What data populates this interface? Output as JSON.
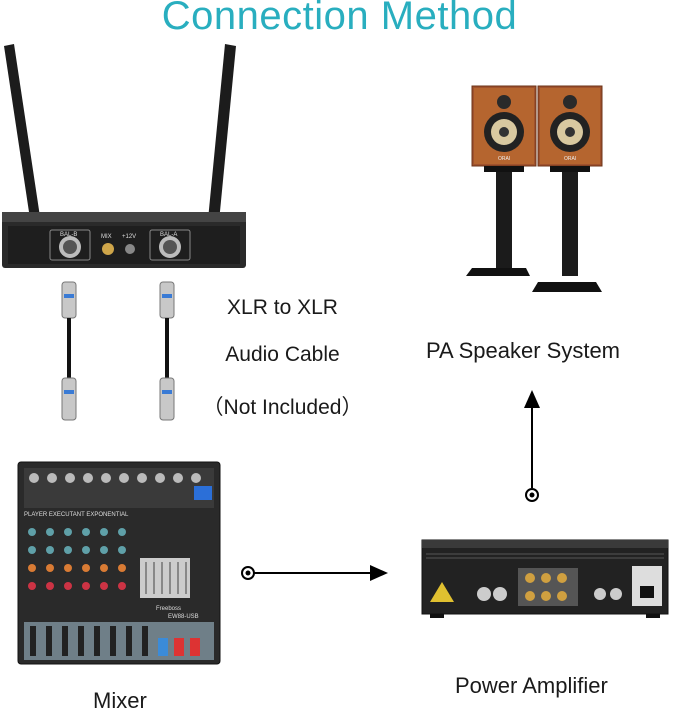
{
  "title": "Connection Method",
  "receiver": {
    "ports": [
      "BAL-B",
      "MIX",
      "+12V",
      "BAL-A"
    ]
  },
  "cable": {
    "line1": "XLR to XLR",
    "line2": "Audio Cable",
    "line3": "（Not Included）"
  },
  "speaker": {
    "label": "PA Speaker System",
    "brand": "ORAI"
  },
  "mixer": {
    "label": "Mixer",
    "panel_text": "PLAYER  EXECUTANT  EXPONENTIAL",
    "brand": "Freeboss",
    "model": "EW88-USB"
  },
  "amplifier": {
    "label": "Power Amplifier"
  },
  "colors": {
    "title": "#29aebf",
    "arrow": "#000000"
  }
}
